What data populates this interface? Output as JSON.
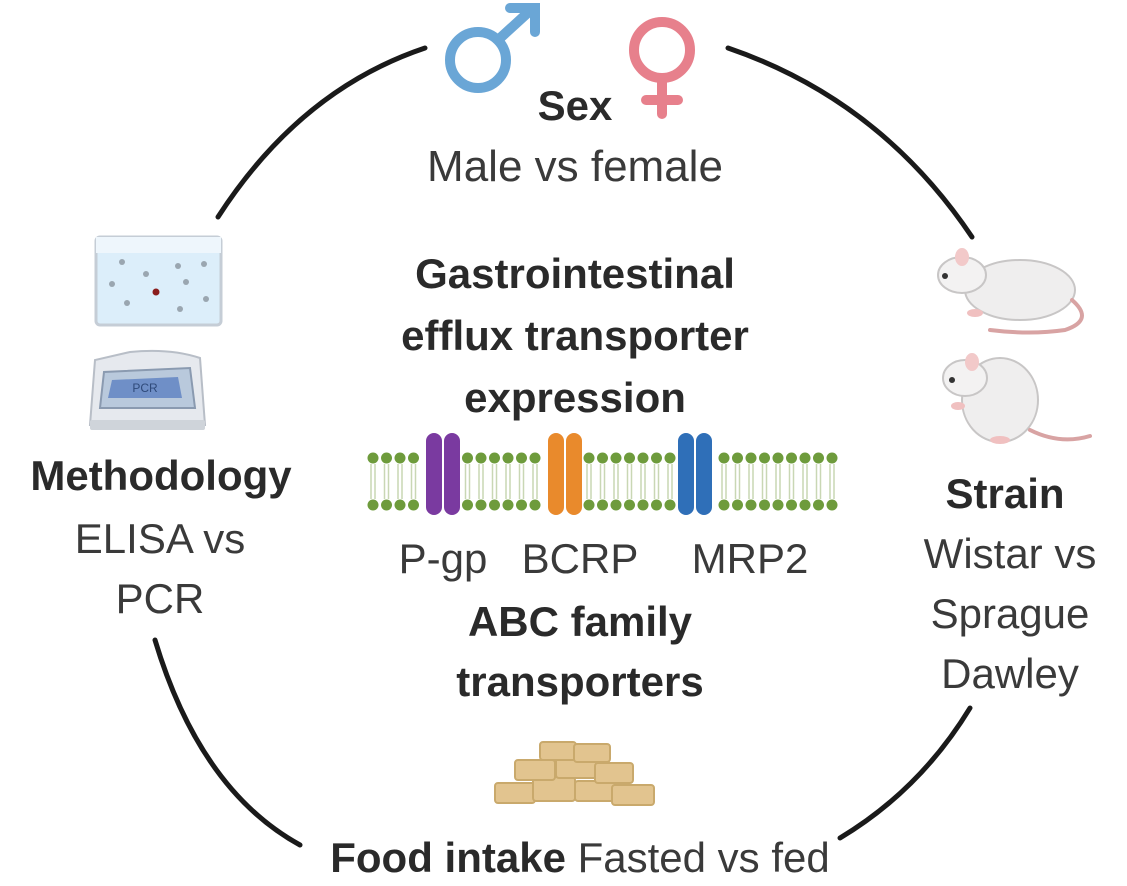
{
  "sex": {
    "title": "Sex",
    "subtitle": "Male vs female",
    "male_color": "#6aa6d6",
    "female_color": "#e7808c"
  },
  "center": {
    "title_lines": [
      "Gastrointestinal",
      "efflux transporter",
      "expression"
    ],
    "transporters": [
      {
        "label": "P-gp",
        "color": "#7a3aa0"
      },
      {
        "label": "BCRP",
        "color": "#e98a2c"
      },
      {
        "label": "MRP2",
        "color": "#2f6fb8"
      }
    ],
    "family_lines": [
      "ABC family",
      "transporters"
    ],
    "membrane_color": "#6e9b3c"
  },
  "methodology": {
    "title": "Methodology",
    "subtitle_lines": [
      "ELISA vs",
      "PCR"
    ],
    "device_label": "PCR"
  },
  "strain": {
    "title": "Strain",
    "subtitle_lines": [
      "Wistar vs",
      "Sprague",
      "Dawley"
    ]
  },
  "food": {
    "title": "Food intake",
    "subtitle": "Fasted vs fed"
  }
}
